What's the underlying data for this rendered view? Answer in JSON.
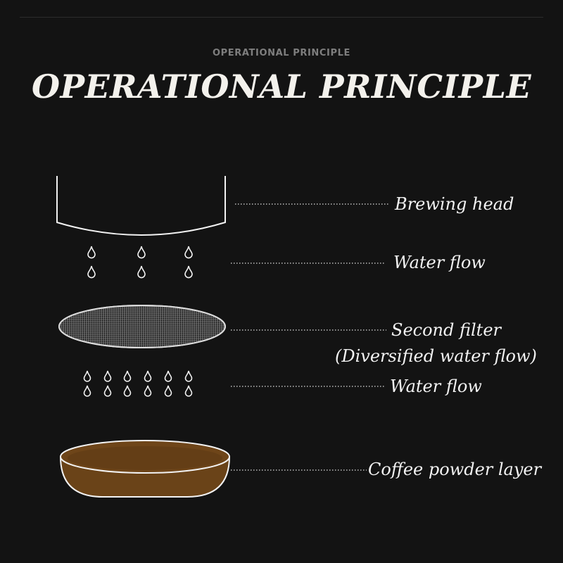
{
  "header": {
    "subtitle": "OPERATIONAL PRINCIPLE",
    "title": "OPERATIONAL PRINCIPLE"
  },
  "labels": {
    "brewing_head": "Brewing head",
    "water_flow_upper": "Water flow",
    "second_filter": "Second filter",
    "second_filter_note": "(Diversified water flow)",
    "water_flow_lower": "Water flow",
    "coffee_powder_layer": "Coffee powder layer"
  },
  "colors": {
    "background": "#131313",
    "line": "#f2f2f2",
    "coffee_fill": "#6a4318",
    "coffee_top": "#8b5a24"
  },
  "icons": {
    "drop": "water-drop-icon"
  }
}
